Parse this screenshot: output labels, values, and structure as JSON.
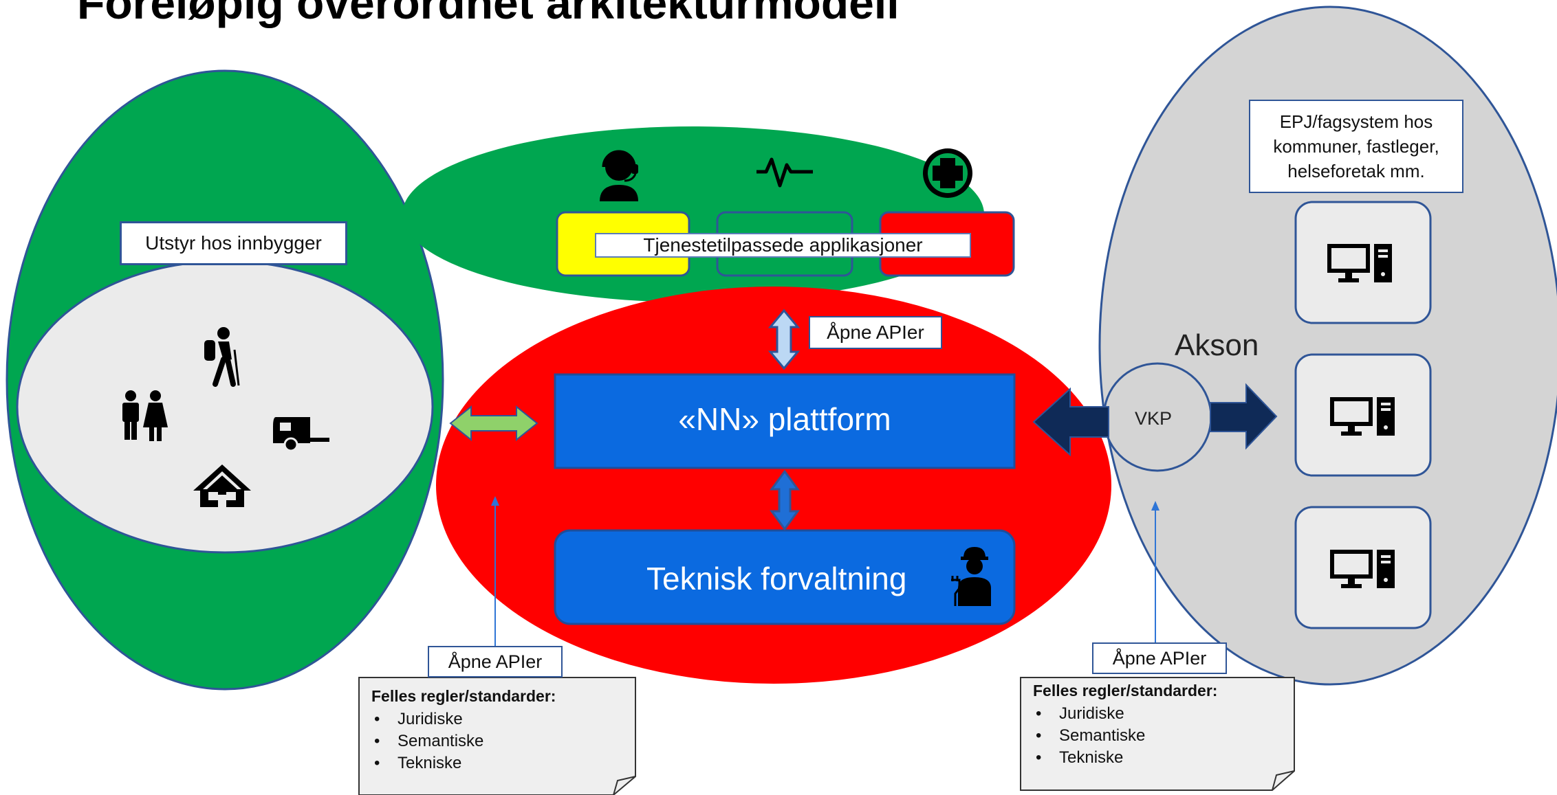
{
  "title": "Foreløpig overordnet arkitekturmodell",
  "labels": {
    "utstyr": "Utstyr hos innbygger",
    "tjeneste": "Tjenestetilpassede applikasjoner",
    "apne_top": "Åpne APIer",
    "platform": "«NN» plattform",
    "teknisk": "Teknisk forvaltning",
    "akson": "Akson",
    "vkp": "VKP",
    "epj": "EPJ/fagsystem hos\nkommuner, fastleger,\nhelseforetak mm.",
    "apne_left": "Åpne APIer",
    "apne_right": "Åpne APIer"
  },
  "notes": {
    "left": {
      "heading": "Felles regler/standarder:",
      "items": [
        "Juridiske",
        "Semantiske",
        "Tekniske"
      ]
    },
    "right": {
      "heading": "Felles regler/standarder:",
      "items": [
        "Juridiske",
        "Semantiske",
        "Tekniske"
      ]
    }
  },
  "icons": {
    "top": [
      "support-agent-icon",
      "heartbeat-icon",
      "medical-cross-icon"
    ],
    "citizen": [
      "hiker-icon",
      "couple-icon",
      "caravan-icon",
      "house-icon"
    ],
    "technician": "technician-icon",
    "computers": [
      "computer-icon",
      "computer-icon",
      "computer-icon"
    ]
  },
  "colors": {
    "green": "#00a650",
    "red": "#ff0000",
    "blue": "#0b6ae0",
    "light_gray": "#ebebeb",
    "gray": "#d4d4d4",
    "navy": "#0f2a57",
    "yellow": "#ffff00",
    "light_green_arrow": "#8fd16a",
    "light_blue_arrow": "#bcd8f4",
    "outline_blue": "#2f5597"
  }
}
